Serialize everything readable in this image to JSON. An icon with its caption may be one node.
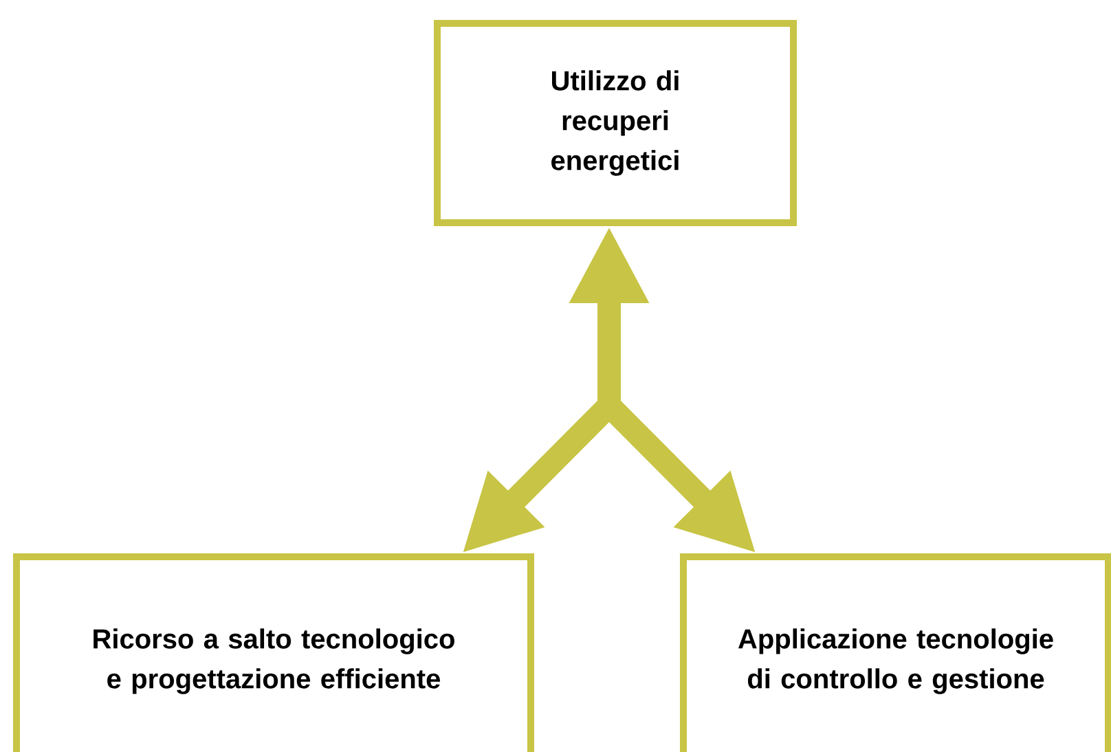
{
  "diagram": {
    "nodes": [
      {
        "text": [
          "Utilizzo di recuperi energetici"
        ]
      },
      {
        "text": [
          "Ricorso a salto tecnologico e progettazione efficiente"
        ]
      },
      {
        "text": [
          "Applicazione tecnologie di controllo e gestione"
        ]
      }
    ],
    "edges": [
      {
        "from": null,
        "to": 0,
        "arrow": "to"
      },
      {
        "from": null,
        "to": 1,
        "arrow": "to"
      },
      {
        "from": null,
        "to": 2,
        "arrow": "to"
      }
    ]
  }
}
